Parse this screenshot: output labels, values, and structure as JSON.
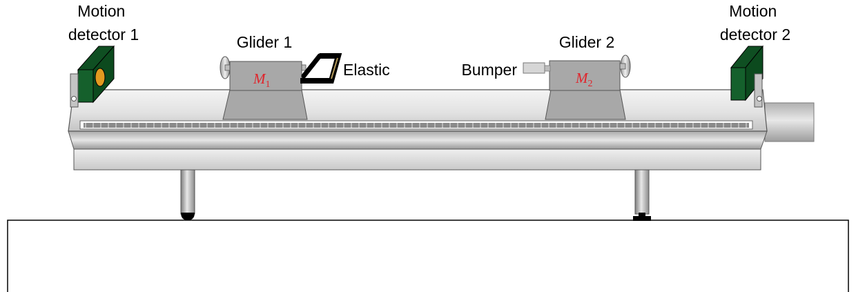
{
  "labels": {
    "motion_detector_1": [
      "Motion",
      "detector 1"
    ],
    "motion_detector_2": [
      "Motion",
      "detector 2"
    ],
    "glider_1": "Glider 1",
    "glider_2": "Glider 2",
    "elastic": "Elastic",
    "bumper": "Bumper",
    "mass_1": {
      "symbol": "M",
      "subscript": "1"
    },
    "mass_2": {
      "symbol": "M",
      "subscript": "2"
    }
  },
  "colors": {
    "detector": "#15602c",
    "detector_lens": "#e39a20",
    "glider": "#a8a8a8",
    "mass_label": "#e0242b",
    "track": "#d9d9d9",
    "bench_outline": "#000000"
  },
  "icons": {
    "motion_detector": "sonar-detector-icon",
    "glider": "air-glider-icon",
    "elastic": "elastic-band-icon",
    "bumper": "bumper-icon"
  }
}
